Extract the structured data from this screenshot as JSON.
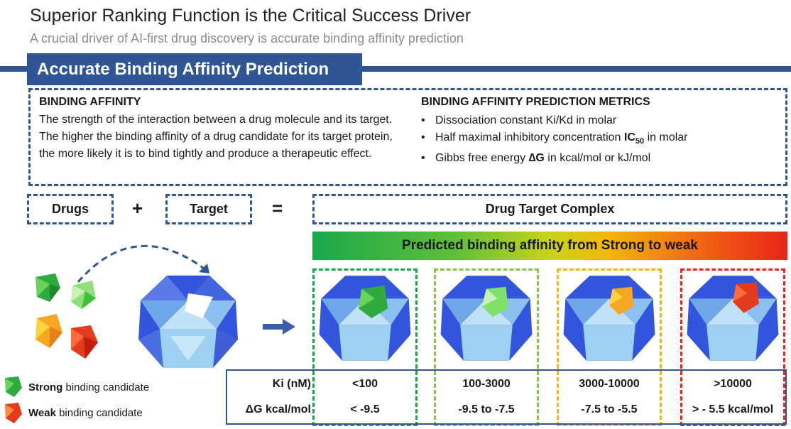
{
  "header": {
    "title": "Superior Ranking Function is the Critical Success Driver",
    "subtitle": "A crucial driver of AI-first drug discovery is accurate binding affinity prediction"
  },
  "section_title": "Accurate Binding Affinity Prediction",
  "binding_affinity": {
    "heading": "BINDING AFFINITY",
    "text": "The strength of the interaction between a drug molecule and its target. The higher the binding affinity of a drug candidate for its target protein, the more likely it is to bind tightly and produce a therapeutic effect."
  },
  "metrics": {
    "heading": "BINDING AFFINITY PREDICTION METRICS",
    "item1": {
      "pre": "Dissociation constant Ki/Kd in molar"
    },
    "item2": {
      "pre": "Half maximal inhibitory concentration ",
      "bold": "IC",
      "sub": "50",
      "post": " in molar"
    },
    "item3": {
      "pre": "Gibbs free energy ",
      "bold": "∆G",
      "post": " in kcal/mol or kJ/mol"
    }
  },
  "equation": {
    "drugs": "Drugs",
    "plus": "+",
    "target": "Target",
    "equals": "=",
    "complex": "Drug Target Complex"
  },
  "gradient_label": "Predicted binding affinity from Strong to weak",
  "colors": {
    "brand_blue": "#2f5597",
    "strong_green": "#1aa84c",
    "light_green": "#8bc34a",
    "orange": "#f5b70f",
    "red": "#e8251a"
  },
  "table": {
    "row_labels": {
      "ki": "Ki (nM)",
      "dg": "ΔG kcal/mol"
    },
    "columns": [
      {
        "ki": "<100",
        "dg": "< -9.5",
        "color": "#1aa84c"
      },
      {
        "ki": "100-3000",
        "dg": "-9.5 to -7.5",
        "color": "#8bc34a"
      },
      {
        "ki": "3000-10000",
        "dg": "-7.5 to -5.5",
        "color": "#f5b70f"
      },
      {
        "ki": ">10000",
        "dg": "> - 5.5 kcal/mol",
        "color": "#e8251a"
      }
    ]
  },
  "legend": {
    "strong": {
      "bold": "Strong",
      "rest": " binding candidate"
    },
    "weak": {
      "bold": "Weak",
      "rest": " binding candidate"
    }
  }
}
